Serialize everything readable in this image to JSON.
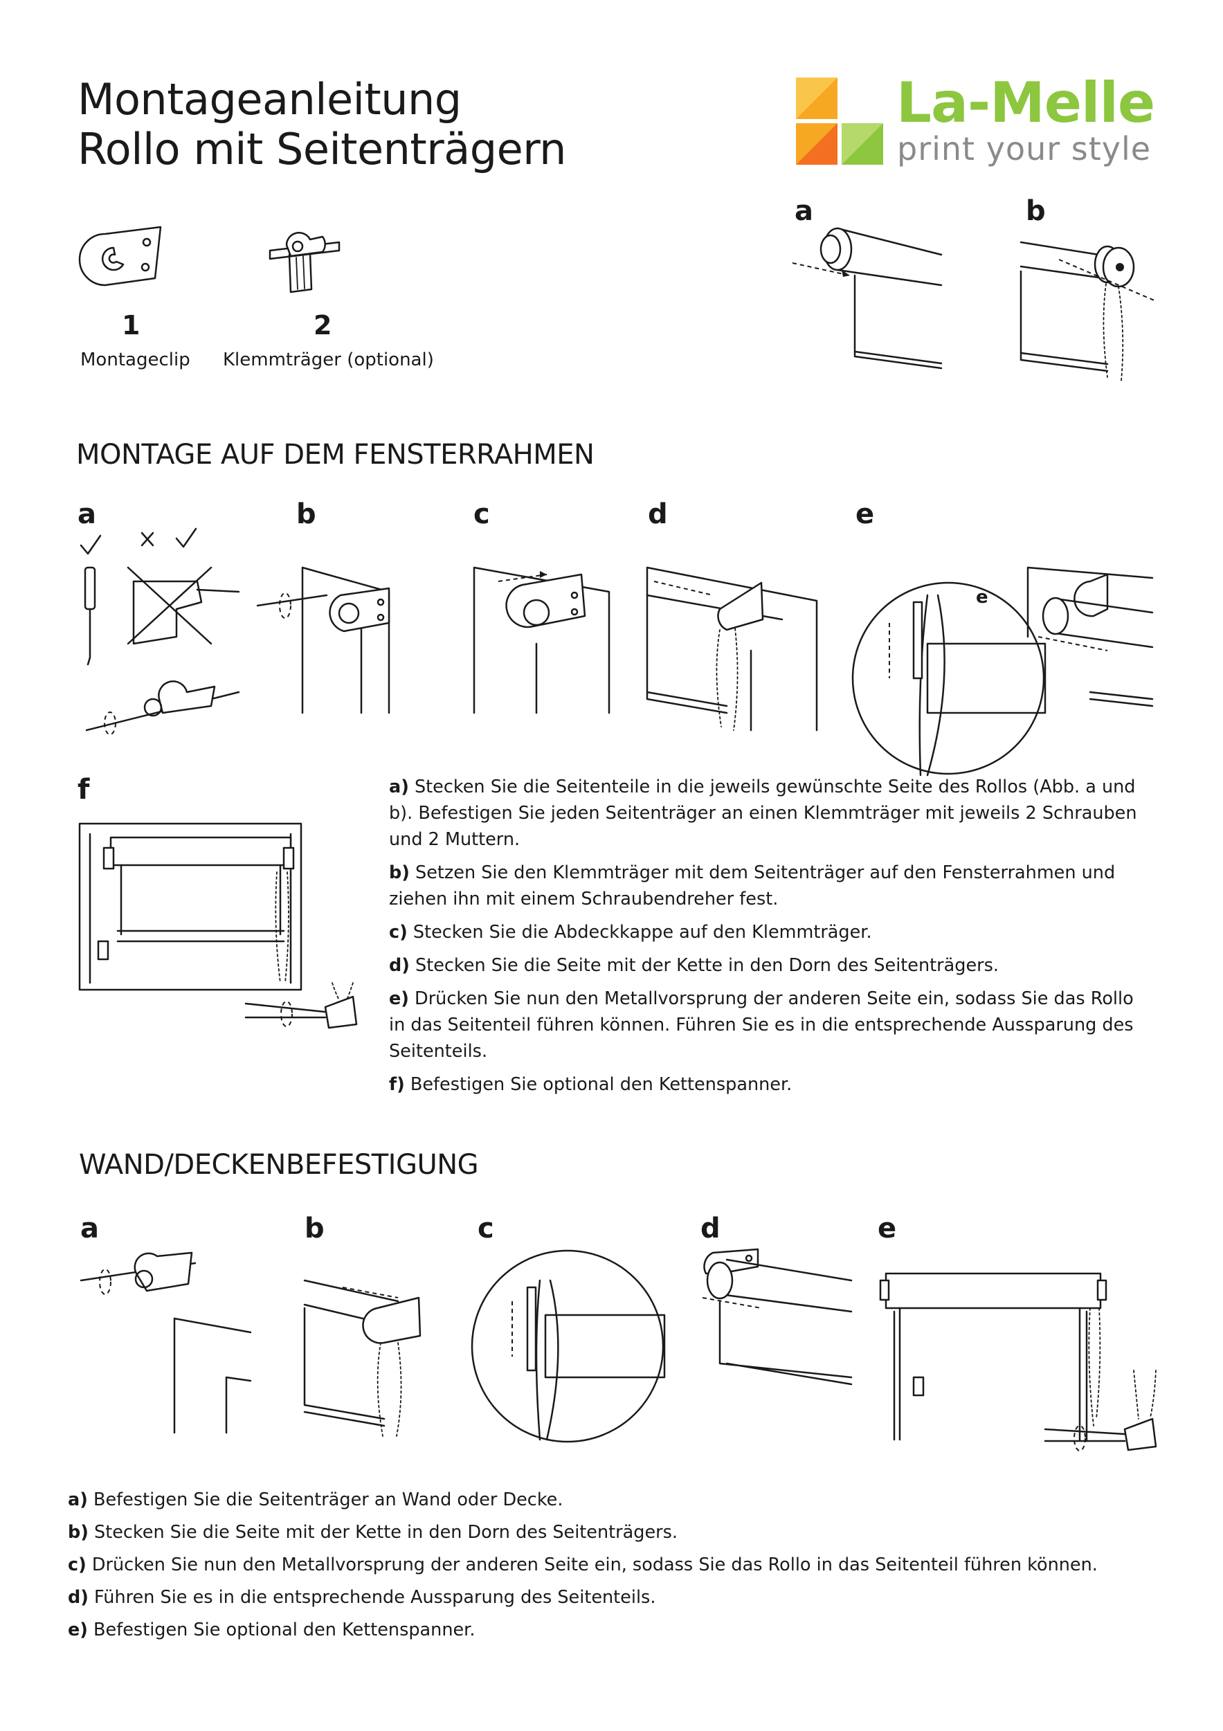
{
  "header": {
    "title_line1": "Montageanleitung",
    "title_line2": "Rollo mit Seitenträgern"
  },
  "logo": {
    "name": "La-Melle",
    "tagline": "print your style",
    "colors": [
      "#f7a823",
      "#f36f21",
      "#8dc63f",
      "#f5c518"
    ]
  },
  "parts": [
    {
      "number": "1",
      "label": "Montageclip"
    },
    {
      "number": "2",
      "label": "Klemmträger (optional)"
    }
  ],
  "top_figures": {
    "a": "a",
    "b": "b"
  },
  "section1": {
    "heading": "MONTAGE AUF DEM FENSTERRAHMEN",
    "figure_labels": [
      "a",
      "b",
      "c",
      "d",
      "e",
      "f"
    ],
    "inset_label": "e",
    "instructions": [
      {
        "key": "a)",
        "text": " Stecken Sie die Seitenteile in die jeweils gewünschte Seite des Rollos (Abb. a und b). Befestigen Sie jeden Seitenträger an einen Klemmträger mit jeweils 2 Schrauben und 2 Muttern."
      },
      {
        "key": "b)",
        "text": " Setzen Sie den Klemmträger mit dem Seitenträger auf den Fensterrahmen und ziehen ihn mit einem Schraubendreher fest."
      },
      {
        "key": "c)",
        "text": " Stecken Sie die Abdeckkappe auf den Klemmträger."
      },
      {
        "key": "d)",
        "text": " Stecken Sie die Seite mit der Kette in den Dorn des Seitenträgers."
      },
      {
        "key": "e)",
        "text": " Drücken Sie nun den Metallvorsprung der anderen Seite ein, sodass Sie das Rollo in das Seitenteil führen können. Führen Sie es in die entsprechende Aussparung des Seitenteils."
      },
      {
        "key": "f)",
        "text": " Befestigen Sie optional den Kettenspanner."
      }
    ]
  },
  "section2": {
    "heading": "WAND/DECKENBEFESTIGUNG",
    "figure_labels": [
      "a",
      "b",
      "c",
      "d",
      "e"
    ],
    "instructions": [
      {
        "key": "a)",
        "text": " Befestigen Sie die Seitenträger an Wand oder Decke."
      },
      {
        "key": "b)",
        "text": " Stecken Sie die Seite mit der Kette in den Dorn des Seitenträgers."
      },
      {
        "key": "c)",
        "text": " Drücken Sie nun den Metallvorsprung der anderen Seite ein, sodass Sie das Rollo in das Seitenteil führen können."
      },
      {
        "key": "d)",
        "text": " Führen Sie es in die entsprechende Aussparung des Seitenteils."
      },
      {
        "key": "e)",
        "text": " Befestigen Sie optional den Kettenspanner."
      }
    ]
  }
}
